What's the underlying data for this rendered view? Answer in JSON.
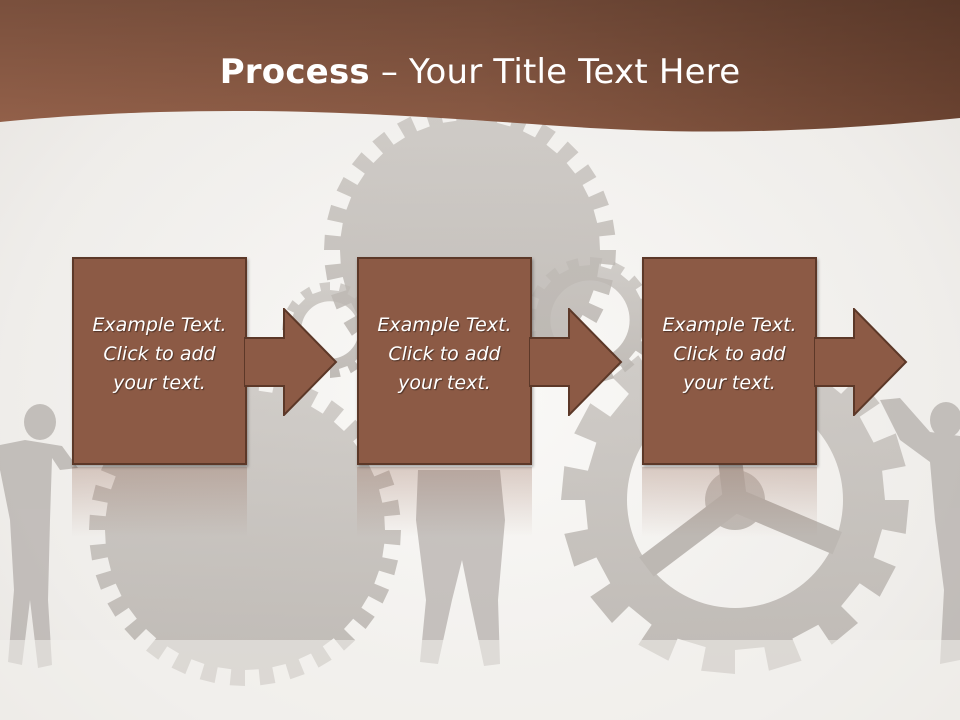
{
  "slide": {
    "title_bold": "Process",
    "title_rest": " – Your Title Text Here"
  },
  "steps": [
    {
      "text": "Example Text.\nClick  to add\nyour text."
    },
    {
      "text": "Example Text.\nClick  to add\nyour text."
    },
    {
      "text": "Example Text.\nClick  to add\nyour text."
    }
  ],
  "colors": {
    "header_brown": "#8a5a44",
    "box_fill": "#8c5a45",
    "box_border": "#5c3828",
    "gear_gray": "#c9c5c1"
  }
}
